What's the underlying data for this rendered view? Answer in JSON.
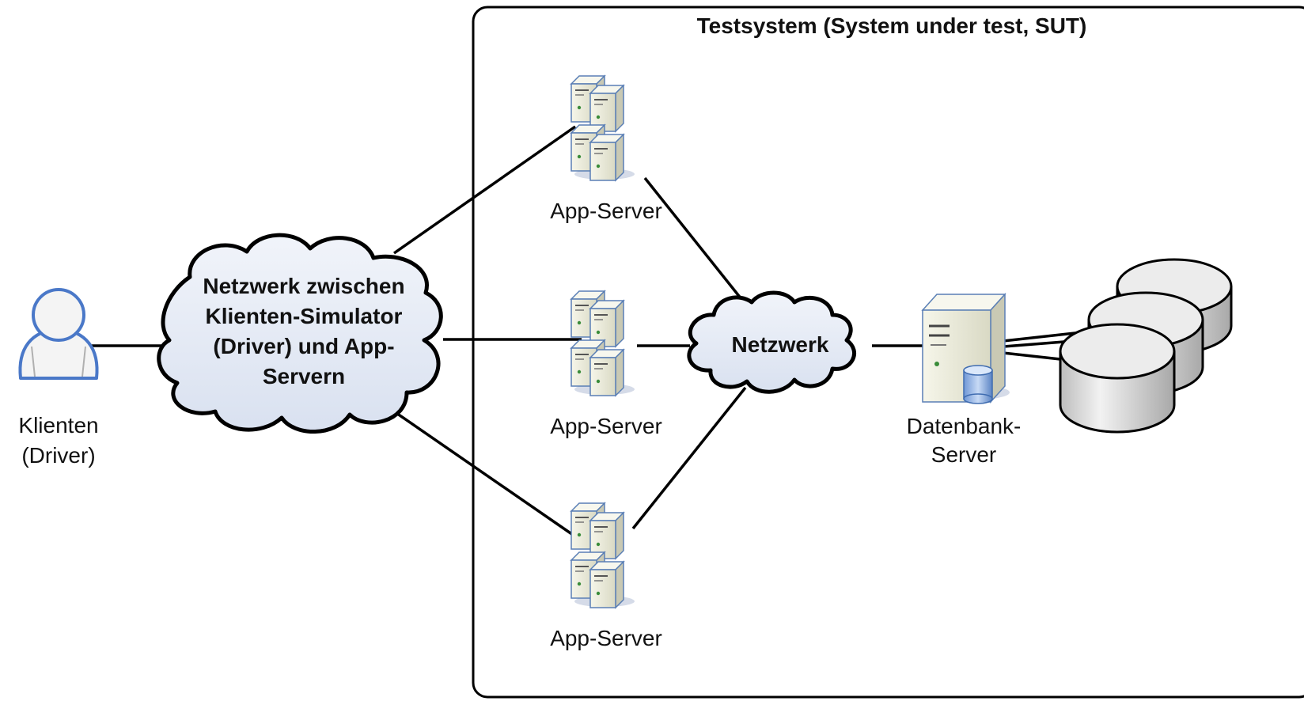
{
  "sut": {
    "title": "Testsystem (System under test, SUT)"
  },
  "client": {
    "label_line1": "Klienten",
    "label_line2": "(Driver)",
    "icon": "user-icon"
  },
  "cloud_driver": {
    "line1": "Netzwerk zwischen",
    "line2": "Klienten-Simulator",
    "line3": "(Driver) und App-",
    "line4": "Servern"
  },
  "app_servers": [
    {
      "label": "App-Server",
      "icon": "server-cluster-icon"
    },
    {
      "label": "App-Server",
      "icon": "server-cluster-icon"
    },
    {
      "label": "App-Server",
      "icon": "server-cluster-icon"
    }
  ],
  "cloud_network": {
    "label": "Netzwerk"
  },
  "db_server": {
    "label_line1": "Datenbank-",
    "label_line2": "Server",
    "icon": "database-server-icon"
  },
  "storage": {
    "icon": "disk-storage-icon",
    "count": 3
  },
  "colors": {
    "cloud_fill": "#e6ecf6",
    "cloud_stroke": "#000000",
    "server_fill": "#eeeedd",
    "server_edge": "#5a7fb5",
    "person_stroke": "#4a78c8",
    "disk_fill": "#e6e6e6"
  }
}
